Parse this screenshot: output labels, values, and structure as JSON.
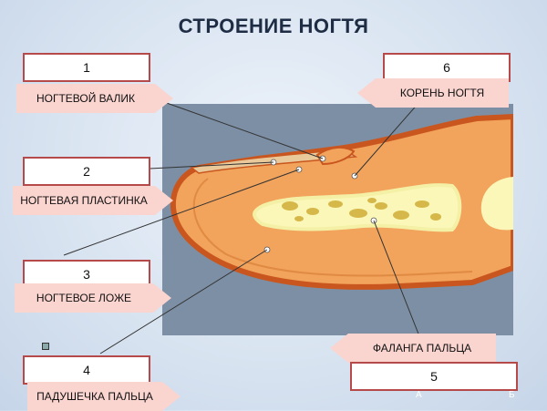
{
  "title": "СТРОЕНИЕ НОГТЯ",
  "labels": [
    {
      "num": "1",
      "text": "НОГТЕВОЙ ВАЛИК"
    },
    {
      "num": "2",
      "text": "НОГТЕВАЯ ПЛАСТИНКА"
    },
    {
      "num": "3",
      "text": "НОГТЕВОЕ ЛОЖЕ"
    },
    {
      "num": "4",
      "text": "ПАДУШЕЧКА ПАЛЬЦА"
    },
    {
      "num": "5",
      "text": "ФАЛАНГА ПАЛЬЦА"
    },
    {
      "num": "6",
      "text": "КОРЕНЬ НОГТЯ"
    }
  ],
  "corner_marks": [
    "А",
    "Б"
  ],
  "colors": {
    "box_border": "#b64a4a",
    "arrow_fill": "#fad4cf",
    "diagram_bg": "#7d8fa4",
    "skin": "#f2a35c",
    "skin_outline": "#c9561e",
    "bone": "#fbf7b8",
    "marrow": "#d6b84a",
    "nail": "#e9c99a"
  }
}
